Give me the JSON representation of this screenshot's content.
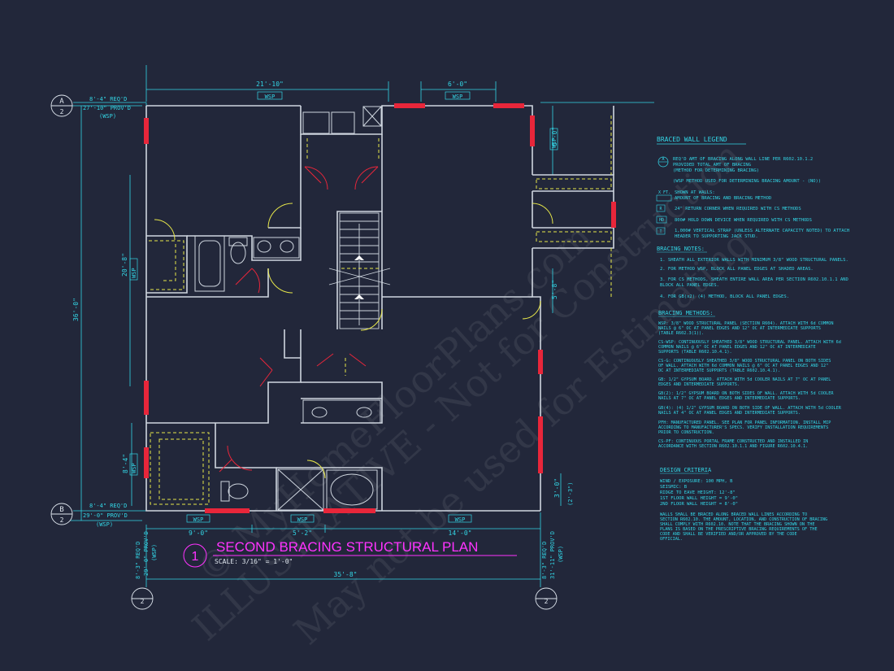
{
  "colors": {
    "background": "#22273a",
    "wall": "#cfd6df",
    "dimension": "#33d6e6",
    "braced_panel": "#e8263a",
    "bracing_line": "#e7e74a",
    "title": "#ff33ff"
  },
  "plan": {
    "title": "SECOND BRACING STRUCTURAL PLAN",
    "detail_number": "1",
    "scale": "SCALE: 3/16\" = 1'-0\"",
    "icons": [
      "grid-bubble-icon",
      "stair-arrow-icon",
      "door-swing-icon"
    ]
  },
  "dimensions": {
    "top_overall": "21'-10\"",
    "top_right": "6'-0\"",
    "left_overall": "36'-0\"",
    "left_mid": "20'-8\"",
    "left_lower": "8'-4\"",
    "right_top": "6'-0\"",
    "right_mid": "5'-8\"",
    "right_bottom": "3'-0\"",
    "right_bottom_alt": "(2'-3\")",
    "bottom_left": "9'-0\"",
    "bottom_mid": "5'-2\"",
    "bottom_right": "14'-0\"",
    "bottom_overall": "35'-8\"",
    "wsp": "WSP"
  },
  "gridlines": {
    "a": {
      "letter": "A",
      "sheet": "2",
      "reqd": "8'-4\" REQ'D",
      "provd": "27'-10\" PROV'D",
      "method": "(WSP)"
    },
    "b": {
      "letter": "B",
      "sheet": "2",
      "reqd": "8'-4\" REQ'D",
      "provd": "29'-0\" PROV'D",
      "method": "(WSP)"
    },
    "one": {
      "number": "2",
      "reqd": "8'-3\" REQ'D",
      "provd": "29'-0\" PROV'D",
      "method": "(WSP)"
    },
    "two": {
      "number": "2",
      "reqd": "8'-3\" REQ'D",
      "provd": "31'-11\" PROV'D",
      "method": "(WSP)"
    }
  },
  "legend": {
    "title": "BRACED WALL LEGEND",
    "symbol_items": [
      {
        "symbol": "A",
        "lines": [
          "REQ'D AMT OF BRACING ALONG WALL LINE PER R602.10.1.2",
          "PROVIDED TOTAL AMT OF BRACING",
          "(METHOD FOR DETERMINING BRACING)"
        ]
      },
      {
        "symbol": "",
        "lines": [
          "(WSP METHOD USED FOR DETERMINING BRACING AMOUNT - (NO))"
        ]
      },
      {
        "symbol": "X FT.",
        "lines": [
          "SHOWN AT WALLS:",
          "AMOUNT OF BRACING AND BRACING METHOD"
        ]
      },
      {
        "symbol": "R",
        "lines": [
          "24\" RETURN CORNER WHEN REQUIRED WITH CS METHODS"
        ]
      },
      {
        "symbol": "HD",
        "lines": [
          "800# HOLD DOWN DEVICE WHEN REQUIRED WITH CS METHODS"
        ]
      },
      {
        "symbol": "T",
        "lines": [
          "1,000# VERTICAL STRAP (UNLESS ALTERNATE CAPACITY NOTED) TO ATTACH",
          "HEADER TO SUPPORTING JACK STUD."
        ]
      }
    ],
    "notes_title": "BRACING NOTES:",
    "notes": [
      [
        "1. SHEATH ALL EXTERIOR WALLS WITH MINIMUM 3/8\" WOOD STRUCTURAL PANELS."
      ],
      [
        "2. FOR METHOD WSP, BLOCK ALL PANEL EDGES AT SHADED AREAS."
      ],
      [
        "3. FOR CS METHODS, SHEATH ENTIRE WALL AREA PER SECTION R602.10.1.1 AND",
        "BLOCK ALL PANEL EDGES."
      ],
      [
        "4. FOR GB(x2) (4) METHOD, BLOCK ALL PANEL EDGES."
      ]
    ],
    "methods_title": "BRACING METHODS:",
    "methods": [
      [
        "WSP: 3/8\" WOOD STRUCTURAL PANEL (SECTION R604). ATTACH WITH 6d COMMON",
        "NAILS @ 6\" OC AT PANEL EDGES AND 12\" OC AT INTERMEDIATE SUPPORTS",
        "(TABLE R602.3(1))."
      ],
      [
        "CS-WSP: CONTINUOUSLY SHEATHED 3/8\" WOOD STRUCTURAL PANEL. ATTACH WITH 6d",
        "COMMON NAILS @ 6\" OC AT PANEL EDGES AND 12\" OC AT INTERMEDIATE",
        "SUPPORTS (TABLE R602.10.4.1)."
      ],
      [
        "CS-G: CONTINUOUSLY SHEATHED 3/8\" WOOD STRUCTURAL PANEL ON BOTH SIDES",
        "OF WALL. ATTACH WITH 6d COMMON NAILS @ 6\" OC AT PANEL EDGES AND 12\"",
        "OC AT INTERMEDIATE SUPPORTS (TABLE R602.10.4.1)."
      ],
      [
        "GB: 1/2\" GYPSUM BOARD. ATTACH WITH 5d COOLER NAILS AT 7\" OC AT PANEL",
        "EDGES AND INTERMEDIATE SUPPORTS."
      ],
      [
        "GB(2): 1/2\" GYPSUM BOARD ON BOTH SIDES OF WALL. ATTACH WITH 5d COOLER",
        "NAILS AT 7\" OC AT PANEL EDGES AND INTERMEDIATE SUPPORTS."
      ],
      [
        "GB(4): (4) 1/2\" GYPSUM BOARD ON BOTH SIDE OF WALL. ATTACH WITH 5d COOLER",
        "NAILS AT 4\" OC AT PANEL EDGES AND INTERMEDIATE SUPPORTS."
      ],
      [
        "PFH: MANUFACTURED PANEL. SEE PLAN FOR PANEL INFORMATION. INSTALL MIP",
        "ACCORDING TO MANUFACTURER'S SPECS. VERIFY INSTALLATION REQUIREMENTS",
        "PRIOR TO CONSTRUCTION."
      ],
      [
        "CS-PF: CONTINUOUS PORTAL FRAME CONSTRUCTED AND INSTALLED IN",
        "ACCORDANCE WITH SECTION R602.10.1.1 AND FIGURE R602.10.4.1."
      ]
    ],
    "design_title": "DESIGN CRITERIA",
    "design": [
      "WIND / EXPOSURE: 100 MPH, B",
      "SEISMIC: B",
      "RIDGE TO EAVE HEIGHT: 12'-8\"",
      "1ST FLOOR WALL HEIGHT = 9'-0\"",
      "2ND FLOOR WALL HEIGHT = 8'-0\""
    ],
    "closing": [
      "WALLS SHALL BE BRACED ALONG BRACED WALL LINES ACCORDING TO",
      "SECTION R602.10. THE AMOUNT, LOCATION, AND CONSTRUCTION OF BRACING",
      "SHALL COMPLY WITH R602.10. NOTE THAT THE BRACING SHOWN ON THE",
      "PLANS IS BASED ON THE PRESCRIPTIVE BRACING REQUIREMENTS OF THE",
      "CODE AND SHALL BE VERIFIED AND/OR APPROVED BY THE CODE",
      "OFFICIAL."
    ]
  },
  "watermark": {
    "lines": [
      "© MyHomeFloorPlans.com",
      "ILLUSTRATIVE - Not for Construction",
      "May not be used for Estimating"
    ]
  }
}
